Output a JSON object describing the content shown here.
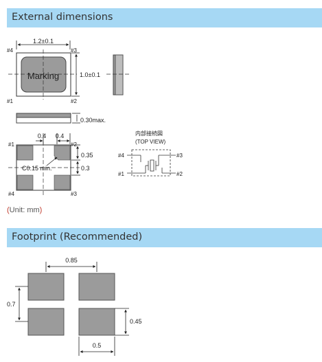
{
  "sections": [
    {
      "title": "External dimensions"
    },
    {
      "title": "Footprint (Recommended)"
    }
  ],
  "unit_note": {
    "open": "(",
    "text": "Unit: mm",
    "close": ")"
  },
  "external": {
    "top_view": {
      "width_label": "1.2±0.1",
      "height_label": "1.0±0.1",
      "marking_text": "Marking",
      "pins": {
        "tl": "#4",
        "tr": "#3",
        "bl": "#1",
        "br": "#2"
      }
    },
    "side_view": {
      "thickness_label": "0.30max."
    },
    "bottom_view": {
      "dim_04_left": "0.4",
      "dim_04_right": "0.4",
      "dim_035": "0.35",
      "dim_03": "0.3",
      "chamfer_label": "C0.15 min.",
      "pins": {
        "tl": "#1",
        "tr": "#2",
        "bl": "#4",
        "br": "#3"
      }
    },
    "connection": {
      "title_jp": "内部接続図",
      "title_en": "(TOP VIEW)",
      "pins": {
        "tl": "#4",
        "tr": "#3",
        "bl": "#1",
        "br": "#2"
      }
    }
  },
  "footprint": {
    "dim_top": "0.85",
    "dim_left": "0.7",
    "dim_right": "0.45",
    "dim_bottom": "0.5"
  },
  "colors": {
    "header_bg": "#a6d8f4",
    "pad_fill": "#9b9b9b",
    "pad_stroke": "#444444",
    "accent_paren": "#c0392b"
  }
}
